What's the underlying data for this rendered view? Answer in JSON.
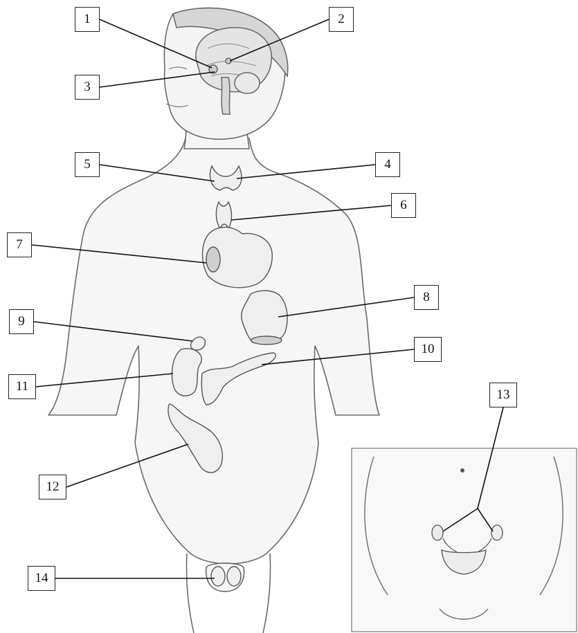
{
  "labels": {
    "l1": "1",
    "l2": "2",
    "l3": "3",
    "l4": "4",
    "l5": "5",
    "l6": "6",
    "l7": "7",
    "l8": "8",
    "l9": "9",
    "l10": "10",
    "l11": "11",
    "l12": "12",
    "l13": "13",
    "l14": "14"
  },
  "colors": {
    "outline": "#555555",
    "skin": "#f4f4f4",
    "organ_fill": "#f0f0f0",
    "leader_line": "#111111"
  }
}
